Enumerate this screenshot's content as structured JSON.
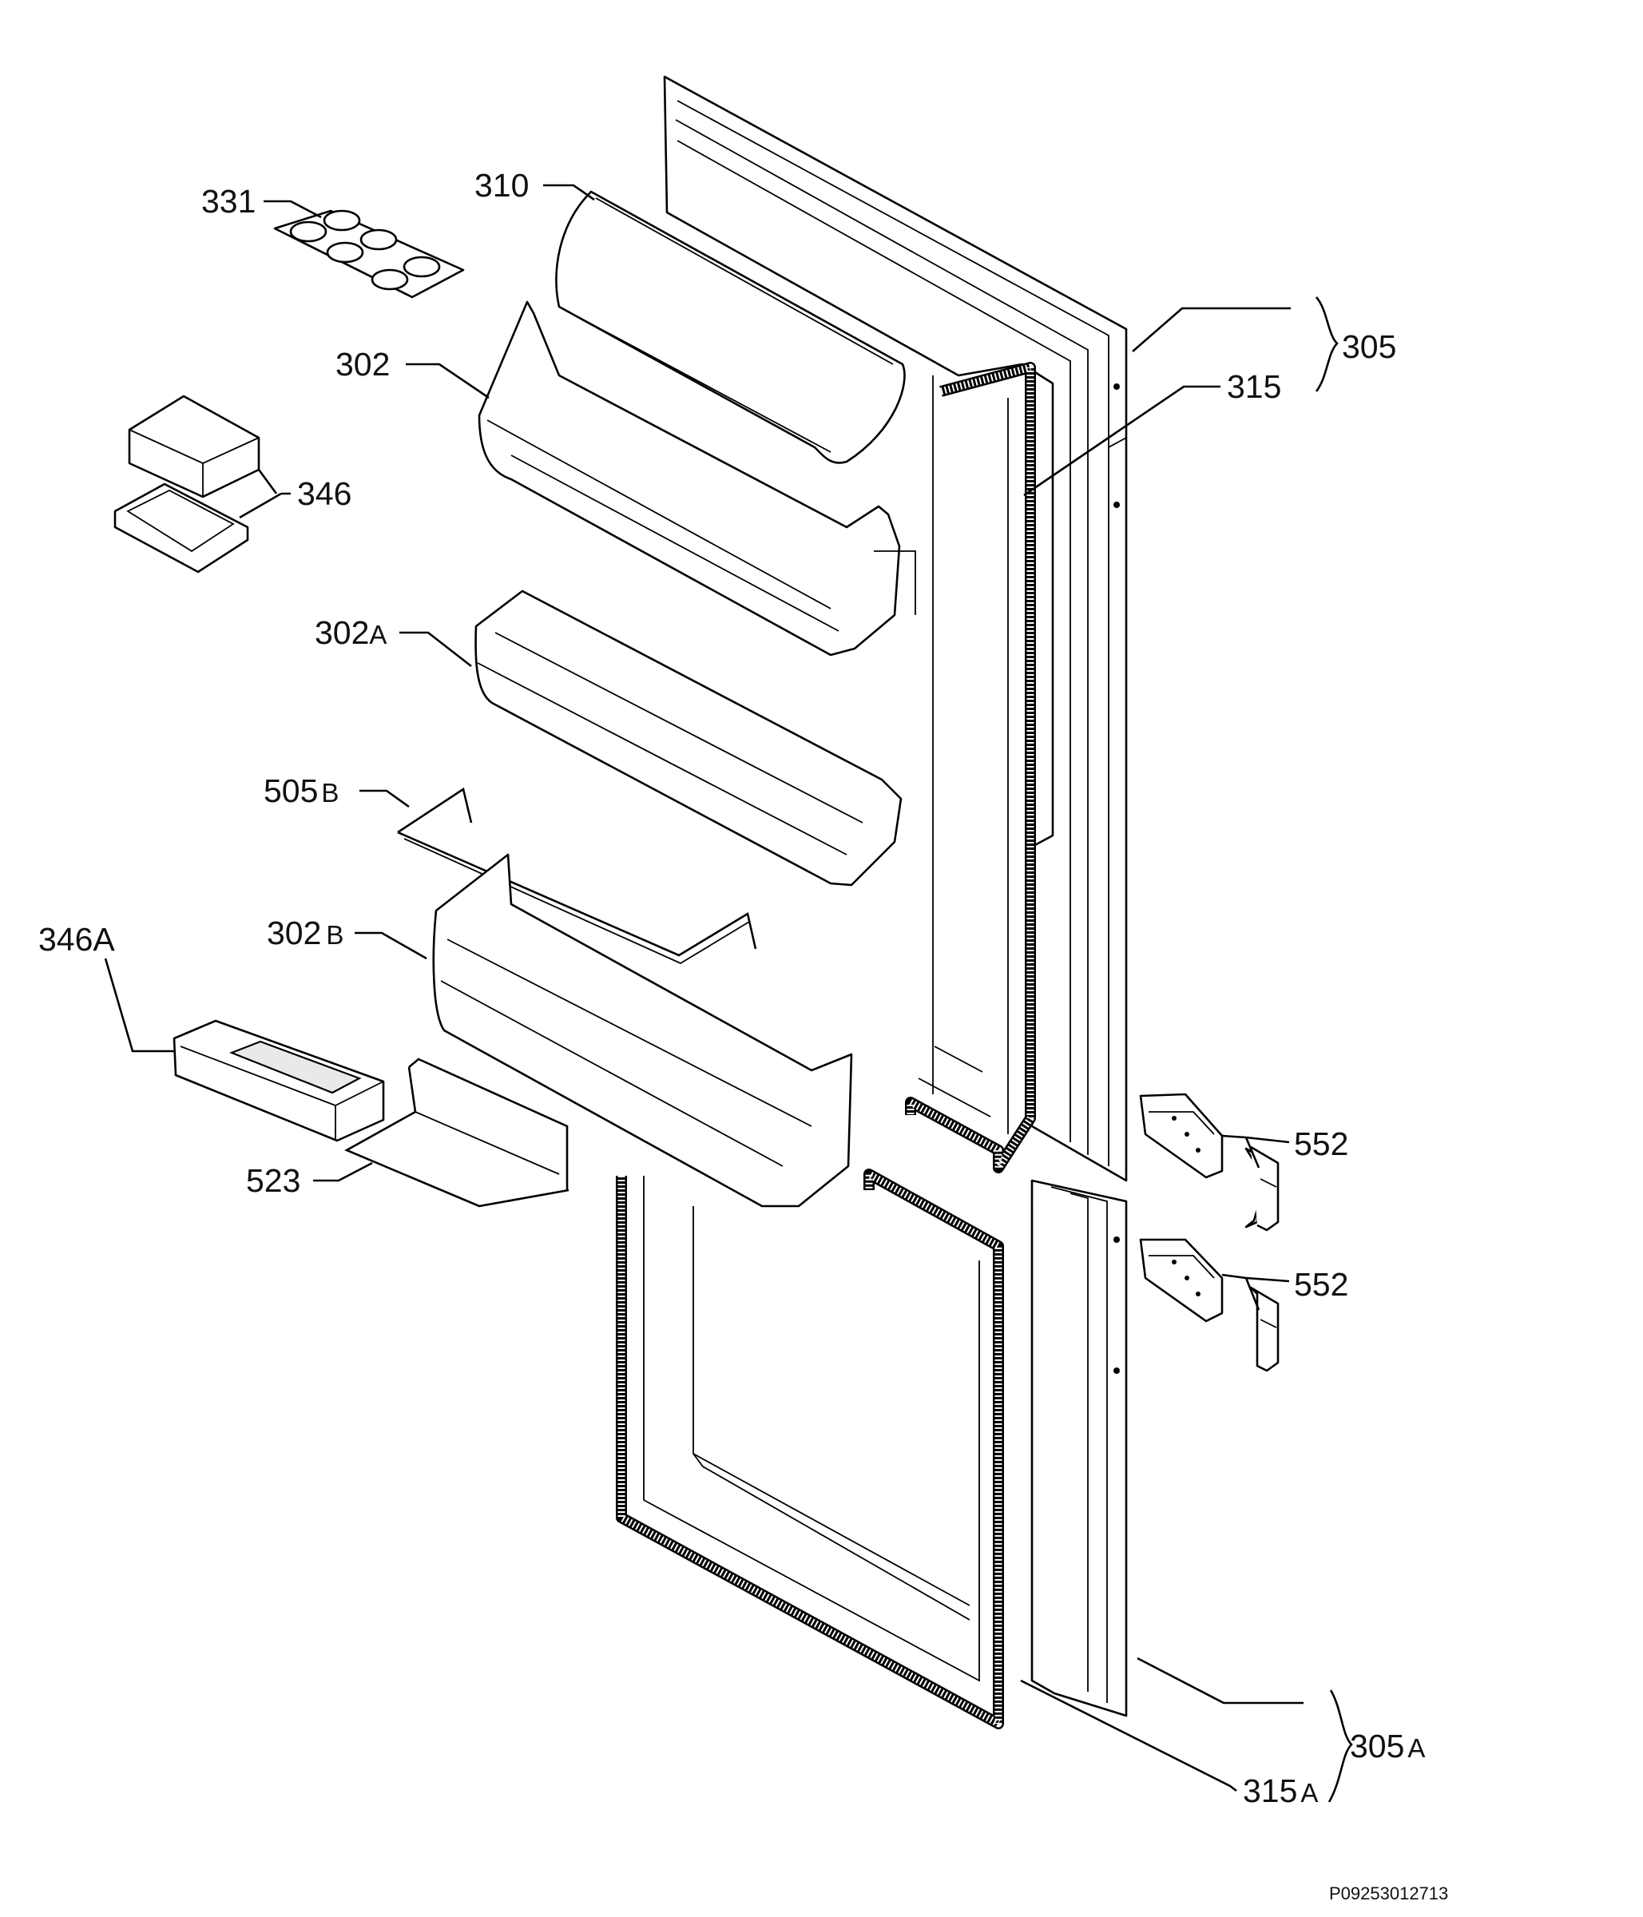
{
  "labels": {
    "l331": "331",
    "l310": "310",
    "l302": "302",
    "l305": "305",
    "l315": "315",
    "l346": "346",
    "l302a_num": "302",
    "l302a_suf": "A",
    "l505b_num": "505",
    "l505b_suf": "B",
    "l302b_num": "302",
    "l302b_suf": "B",
    "l346a": "346A",
    "l552_top": "552",
    "l552_bottom": "552",
    "l523": "523",
    "l305a_num": "305",
    "l305a_suf": "A",
    "l315a_num": "315",
    "l315a_suf": "A"
  },
  "document_id": "P09253012713"
}
